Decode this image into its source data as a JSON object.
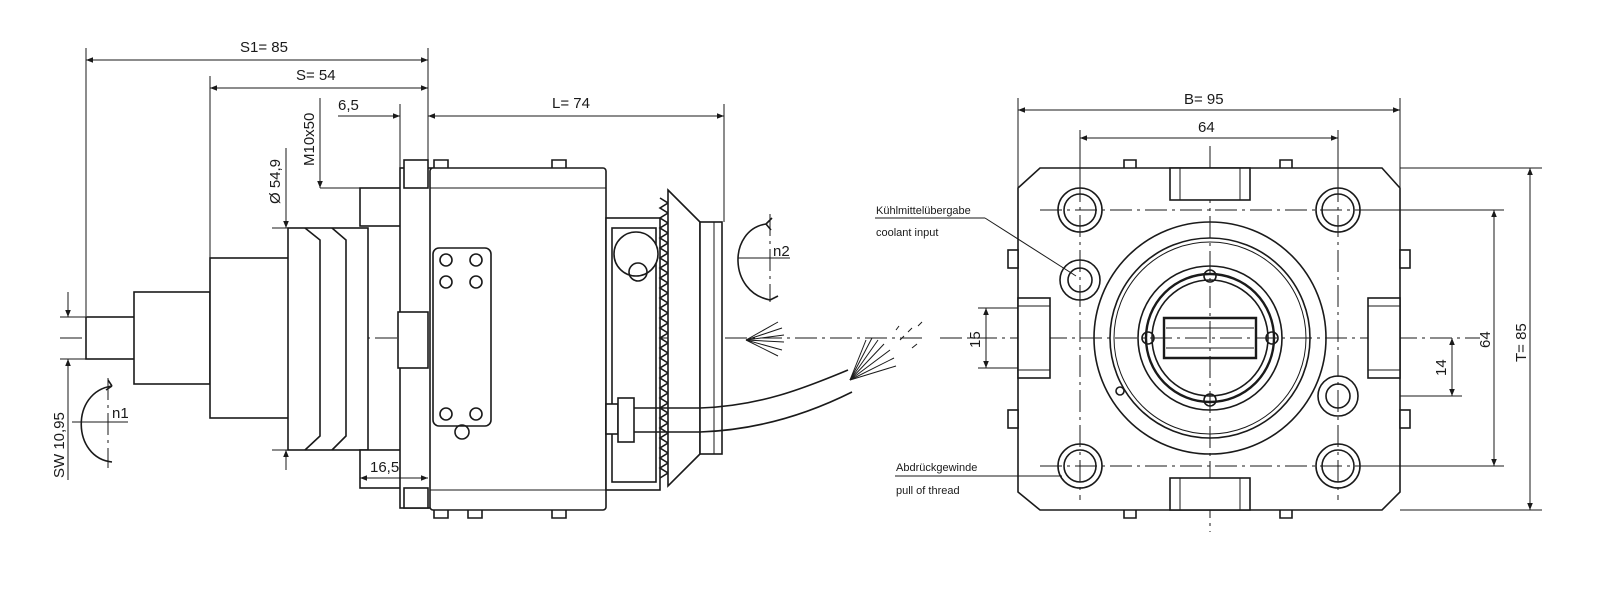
{
  "dimensions": {
    "s1": "S1=  85",
    "s": "S=  54",
    "l": "L=  74",
    "six_five": "6,5",
    "m10x50": "M10x50",
    "dia": "Ø 54,9",
    "sixteen_five": "16,5",
    "sw": "SW 10,95",
    "b": "B=  95",
    "b_inner": "64",
    "t": "T=  85",
    "t_inner": "64",
    "fifteen": "15",
    "fourteen": "14"
  },
  "rotation_labels": {
    "n1": "n1",
    "n2": "n2"
  },
  "annotations": {
    "coolant_de": "Kühlmittelübergabe",
    "coolant_en": "coolant input",
    "pull_de": "Abdrückgewinde",
    "pull_en": "pull of thread"
  },
  "colors": {
    "line": "#1a1a1a",
    "background": "#ffffff"
  }
}
